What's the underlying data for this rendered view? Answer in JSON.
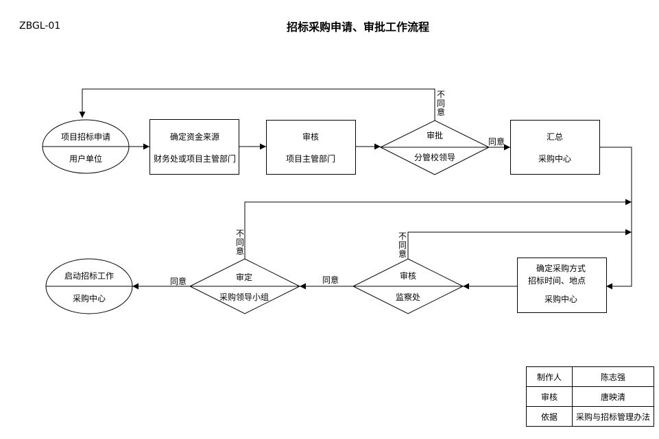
{
  "doc_code": "ZBGL-01",
  "title": "招标采购申请、审批工作流程",
  "nodes": {
    "apply": {
      "line1": "项目招标申请",
      "line2": "用户单位"
    },
    "funding": {
      "line1": "确定资金来源",
      "line2": "财务处或项目主管部门"
    },
    "review1": {
      "line1": "审核",
      "line2": "项目主管部门"
    },
    "approve": {
      "line1": "审批",
      "line2": "分管校领导"
    },
    "summary": {
      "line1": "汇总",
      "line2": "采购中心"
    },
    "method": {
      "line1": "确定采购方式",
      "line1b": "招标时间、地点",
      "line2": "采购中心"
    },
    "audit": {
      "line1": "审核",
      "line2": "监察处"
    },
    "decide": {
      "line1": "审定",
      "line2": "采购领导小组"
    },
    "start": {
      "line1": "启动招标工作",
      "line2": "采购中心"
    }
  },
  "edge_labels": {
    "agree": "同意",
    "disagree": "不同意"
  },
  "signoff": [
    {
      "key": "制作人",
      "value": "陈志强"
    },
    {
      "key": "审核",
      "value": "唐映清"
    },
    {
      "key": "依据",
      "value": "采购与招标管理办法"
    }
  ]
}
